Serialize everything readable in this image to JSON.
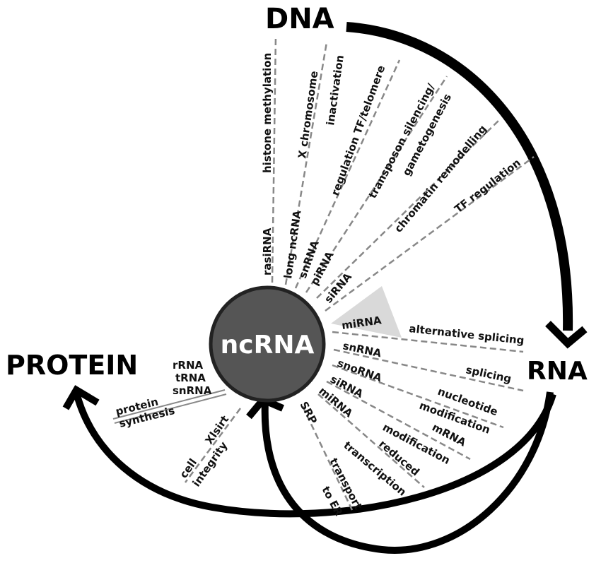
{
  "nodes": {
    "center": "ncRNA",
    "dna": "DNA",
    "rna": "RNA",
    "protein": "PROTEIN"
  },
  "dna_group": [
    {
      "rna": "rasiRNA",
      "function": "histone methylation"
    },
    {
      "rna": "long ncRNA",
      "function": "X chromosome inactivation"
    },
    {
      "rna": "snRNA",
      "function": "regulation TF/telomere"
    },
    {
      "rna": "piRNA",
      "function": "transposon silencing/ gametogenesis"
    },
    {
      "rna": "siRNA",
      "function": "chromatin remodelling"
    },
    {
      "rna": "",
      "function": "TF regulation"
    }
  ],
  "rna_group": [
    {
      "rna": "miRNA",
      "function": "alternative splicing"
    },
    {
      "rna": "snRNA",
      "function": "splicing"
    },
    {
      "rna": "snoRNA",
      "function": "nucleotide modification"
    },
    {
      "rna": "siRNA",
      "function": "mRNA modification"
    },
    {
      "rna": "miRNA",
      "function": "reduced transcription"
    },
    {
      "rna": "SRP",
      "function": "transport to ER"
    }
  ],
  "protein_group": [
    {
      "rna": "rRNA tRNA snRNA",
      "function": "protein synthesis"
    },
    {
      "rna": "Xlsirt",
      "function": "cell integrity"
    }
  ],
  "colors": {
    "center_fill": "#555555",
    "center_stroke": "#222222",
    "dash": "#888888",
    "mirna_wedge": "#d9d9d9"
  }
}
